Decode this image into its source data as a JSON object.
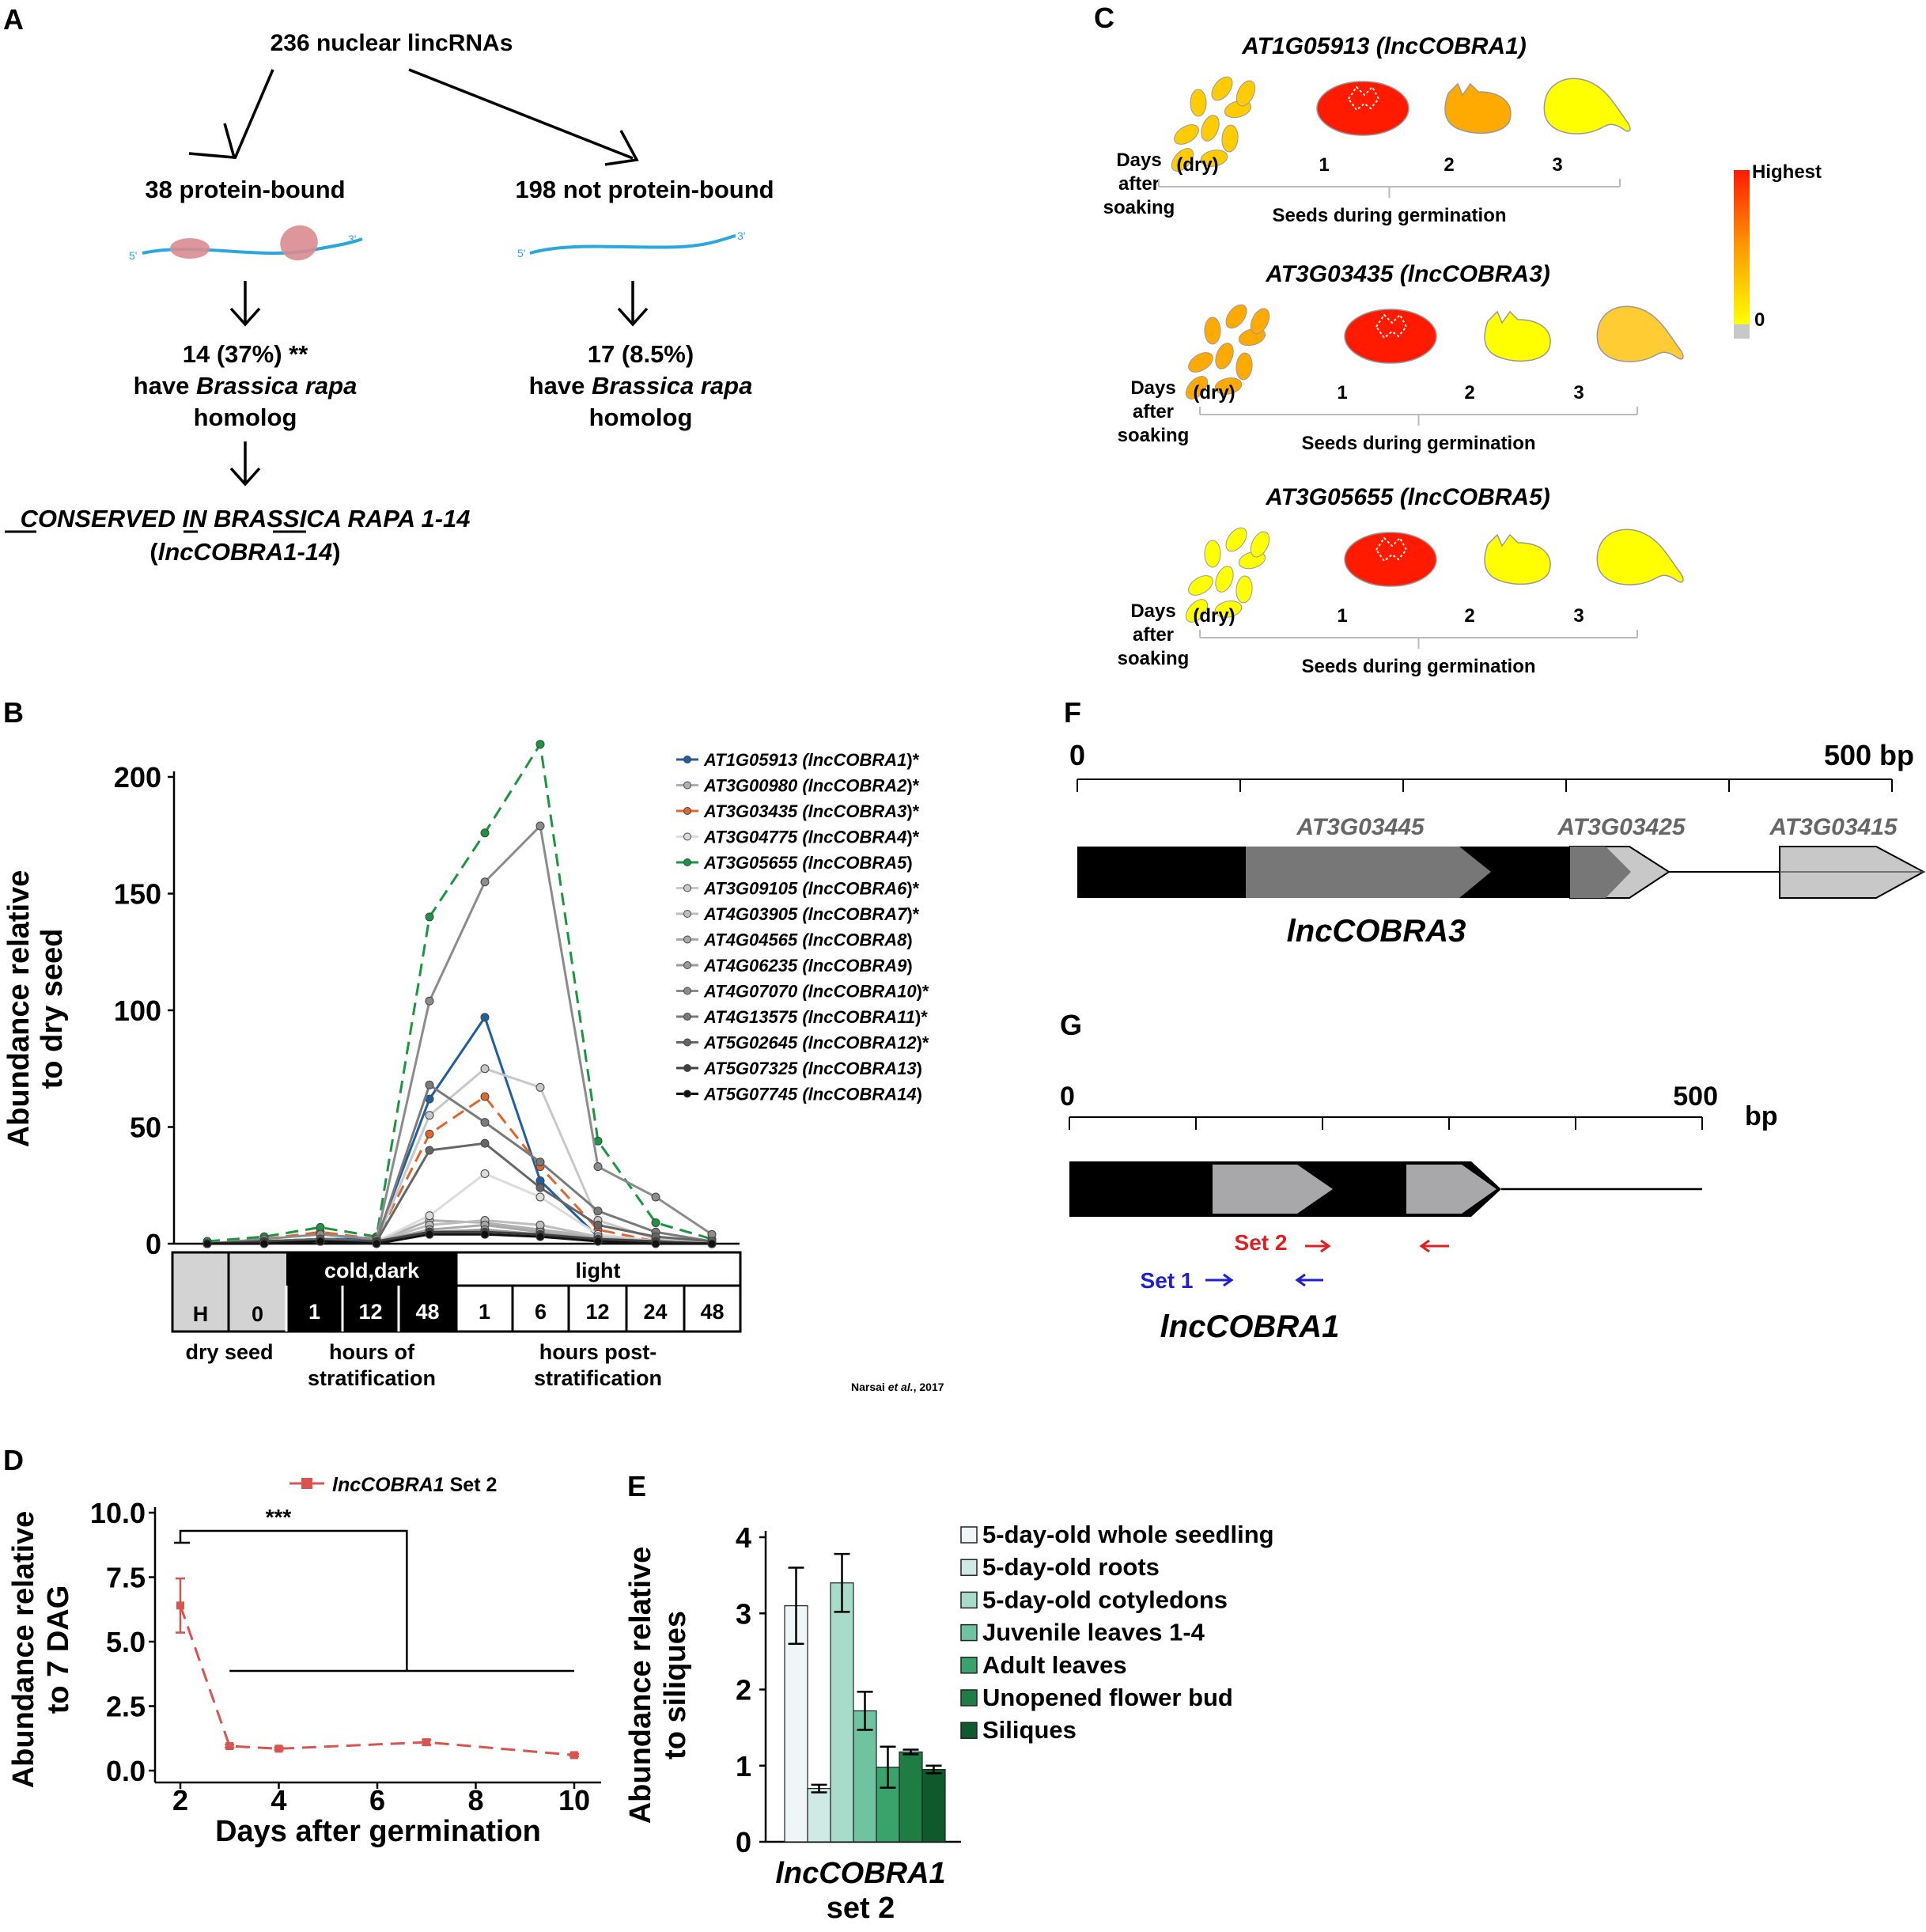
{
  "panels": {
    "A": "A",
    "B": "B",
    "C": "C",
    "D": "D",
    "E": "E",
    "F": "F",
    "G": "G"
  },
  "panelA": {
    "top": "236 nuclear lincRNAs",
    "left_title": "38 protein-bound",
    "right_title": "198 not protein-bound",
    "five": "5'",
    "three": "3'",
    "left_count": "14 (37%) **",
    "right_count": "17 (8.5%)",
    "have": "have",
    "brassica": "Brassica rapa",
    "homolog": "homolog",
    "conserved_1": "CONSERVED IN BRASSICA RAPA",
    "conserved_range": "1-14",
    "name": "lncCOBRA1-14"
  },
  "panelB": {
    "y_title_1": "Abundance relative",
    "y_title_2": "to dry seed",
    "yticks": [
      "0",
      "50",
      "100",
      "150",
      "200"
    ],
    "cold_label": "cold,dark",
    "light_label": "light",
    "timeline": [
      "H",
      "0",
      "1",
      "12",
      "48",
      "1",
      "6",
      "12",
      "24",
      "48"
    ],
    "group_labels": [
      "dry seed",
      "hours of stratification",
      "hours post-stratification"
    ],
    "group_labels_lines": [
      [
        "dry seed"
      ],
      [
        "hours of",
        "stratification"
      ],
      [
        "hours post-",
        "stratification"
      ]
    ],
    "citation": "Narsai et al., 2017",
    "legend": [
      {
        "id": "AT1G05913",
        "name": "lncCOBRA1",
        "star": "*"
      },
      {
        "id": "AT3G00980",
        "name": "lncCOBRA2",
        "star": "*"
      },
      {
        "id": "AT3G03435",
        "name": "lncCOBRA3",
        "star": "*"
      },
      {
        "id": "AT3G04775",
        "name": "lncCOBRA4",
        "star": "*"
      },
      {
        "id": "AT3G05655",
        "name": "lncCOBRA5",
        "star": ""
      },
      {
        "id": "AT3G09105",
        "name": "lncCOBRA6",
        "star": "*"
      },
      {
        "id": "AT4G03905",
        "name": "lncCOBRA7",
        "star": "*"
      },
      {
        "id": "AT4G04565",
        "name": "lncCOBRA8",
        "star": ""
      },
      {
        "id": "AT4G06235",
        "name": "lncCOBRA9",
        "star": ""
      },
      {
        "id": "AT4G07070",
        "name": "lncCOBRA10",
        "star": "*"
      },
      {
        "id": "AT4G13575",
        "name": "lncCOBRA11",
        "star": "*"
      },
      {
        "id": "AT5G02645",
        "name": "lncCOBRA12",
        "star": "*"
      },
      {
        "id": "AT5G07325",
        "name": "lncCOBRA13",
        "star": ""
      },
      {
        "id": "AT5G07745",
        "name": "lncCOBRA14",
        "star": ""
      }
    ]
  },
  "panelC": {
    "highest": "Highest",
    "zero": "0",
    "days": [
      "Days",
      "after",
      "soaking"
    ],
    "stages": [
      "(dry)",
      "1",
      "2",
      "3"
    ],
    "axis_label": "Seeds during germination",
    "titles": [
      "AT1G05913 (lncCOBRA1)",
      "AT3G03435 (lncCOBRA3)",
      "AT3G05655 (lncCOBRA5)"
    ]
  },
  "panelD": {
    "legend": "lncCOBRA1",
    "legend_suffix": " Set 2",
    "sig": "***",
    "ylabel_1": "Abundance relative",
    "ylabel_2": "to 7 DAG",
    "xlabel": "Days after germination",
    "yticks": [
      "0.0",
      "2.5",
      "5.0",
      "7.5",
      "10.0"
    ],
    "xticks": [
      "2",
      "4",
      "6",
      "8",
      "10"
    ]
  },
  "panelE": {
    "ylabel_1": "Abundance relative",
    "ylabel_2": "to siliques",
    "yticks": [
      "0",
      "1",
      "2",
      "3",
      "4"
    ],
    "xlabel_1": "lncCOBRA1",
    "xlabel_2": "set 2",
    "legend": [
      "5-day-old whole seedling",
      "5-day-old roots",
      "5-day-old cotyledons",
      "Juvenile leaves 1-4",
      "Adult leaves",
      "Unopened flower bud",
      "Siliques"
    ]
  },
  "panelF": {
    "zero": "0",
    "end": "500 bp",
    "genes": [
      "AT3G03445",
      "AT3G03425",
      "AT3G03415"
    ],
    "name": "lncCOBRA3"
  },
  "panelG": {
    "zero": "0",
    "end": "500",
    "bp": "bp",
    "set2": "Set 2",
    "set1": "Set 1",
    "name": "lncCOBRA1"
  },
  "chart_data": [
    {
      "type": "line",
      "panel": "B",
      "categories": [
        "H",
        "0",
        "1",
        "12",
        "48",
        "1",
        "6",
        "12",
        "24",
        "48"
      ],
      "ylim": [
        0,
        210
      ],
      "ylabel": "Abundance relative to dry seed",
      "series": [
        {
          "name": "AT1G05913 (lncCOBRA1)*",
          "color": "#1f5fa0",
          "dash": false,
          "values": [
            0,
            1,
            2,
            2,
            62,
            97,
            27,
            3,
            1,
            0
          ]
        },
        {
          "name": "AT3G00980 (lncCOBRA2)*",
          "color": "#b0b0b0",
          "dash": false,
          "values": [
            0,
            1,
            1,
            1,
            10,
            9,
            6,
            3,
            1,
            0
          ]
        },
        {
          "name": "AT3G03435 (lncCOBRA3)*",
          "color": "#e0662a",
          "dash": true,
          "values": [
            0,
            2,
            5,
            2,
            47,
            63,
            33,
            6,
            1,
            0
          ]
        },
        {
          "name": "AT3G04775 (lncCOBRA4)*",
          "color": "#dcdcdc",
          "dash": false,
          "values": [
            0,
            1,
            1,
            1,
            12,
            30,
            20,
            4,
            1,
            0
          ]
        },
        {
          "name": "AT3G05655 (lncCOBRA5)",
          "color": "#1a9641",
          "dash": true,
          "values": [
            1,
            3,
            7,
            3,
            140,
            176,
            214,
            44,
            9,
            2
          ]
        },
        {
          "name": "AT3G09105 (lncCOBRA6)*",
          "color": "#c8c8c8",
          "dash": false,
          "values": [
            0,
            1,
            2,
            1,
            55,
            75,
            67,
            10,
            2,
            0
          ]
        },
        {
          "name": "AT4G03905 (lncCOBRA7)*",
          "color": "#bdbdbd",
          "dash": false,
          "values": [
            0,
            1,
            1,
            1,
            8,
            10,
            8,
            3,
            1,
            0
          ]
        },
        {
          "name": "AT4G04565 (lncCOBRA8)",
          "color": "#a8a8a8",
          "dash": false,
          "values": [
            0,
            1,
            1,
            1,
            6,
            8,
            5,
            2,
            1,
            0
          ]
        },
        {
          "name": "AT4G06235 (lncCOBRA9)",
          "color": "#9a9a9a",
          "dash": false,
          "values": [
            0,
            1,
            1,
            1,
            5,
            6,
            4,
            2,
            1,
            0
          ]
        },
        {
          "name": "AT4G07070 (lncCOBRA10)*",
          "color": "#8c8c8c",
          "dash": false,
          "values": [
            0,
            2,
            4,
            2,
            104,
            155,
            179,
            33,
            20,
            4
          ]
        },
        {
          "name": "AT4G13575 (lncCOBRA11)*",
          "color": "#7a7a7a",
          "dash": false,
          "values": [
            0,
            1,
            2,
            1,
            68,
            52,
            35,
            14,
            5,
            1
          ]
        },
        {
          "name": "AT5G02645 (lncCOBRA12)*",
          "color": "#666666",
          "dash": false,
          "values": [
            0,
            1,
            2,
            1,
            40,
            43,
            24,
            8,
            3,
            1
          ]
        },
        {
          "name": "AT5G07325 (lncCOBRA13)",
          "color": "#404040",
          "dash": false,
          "values": [
            0,
            1,
            1,
            1,
            5,
            5,
            4,
            2,
            1,
            0
          ]
        },
        {
          "name": "AT5G07745 (lncCOBRA14)",
          "color": "#111111",
          "dash": false,
          "values": [
            0,
            0,
            1,
            0,
            4,
            4,
            3,
            1,
            0,
            0
          ]
        }
      ]
    },
    {
      "type": "line",
      "panel": "D",
      "x": [
        2,
        3,
        4,
        7,
        10
      ],
      "series": [
        {
          "name": "lncCOBRA1 Set 2",
          "values": [
            6.4,
            0.95,
            0.85,
            1.1,
            0.6
          ],
          "err": [
            1.05,
            0.06,
            0.05,
            0.1,
            0.05
          ]
        }
      ],
      "xlim": [
        1.5,
        10.5
      ],
      "ylim": [
        0,
        10
      ],
      "xlabel": "Days after germination",
      "ylabel": "Abundance relative to 7 DAG"
    },
    {
      "type": "bar",
      "panel": "E",
      "categories": [
        "5-day-old whole seedling",
        "5-day-old roots",
        "5-day-old cotyledons",
        "Juvenile leaves 1-4",
        "Adult leaves",
        "Unopened flower bud",
        "Siliques"
      ],
      "values": [
        3.1,
        0.7,
        3.4,
        1.72,
        0.98,
        1.18,
        0.95
      ],
      "err": [
        0.5,
        0.05,
        0.38,
        0.25,
        0.27,
        0.03,
        0.05
      ],
      "colors": [
        "#eef6f7",
        "#cfeae4",
        "#a8dcca",
        "#6fc3a0",
        "#3aa36b",
        "#1e7d43",
        "#0f5a2c"
      ],
      "ylim": [
        0,
        4
      ],
      "ylabel": "Abundance relative to siliques",
      "xlabel": "lncCOBRA1 set 2"
    }
  ]
}
